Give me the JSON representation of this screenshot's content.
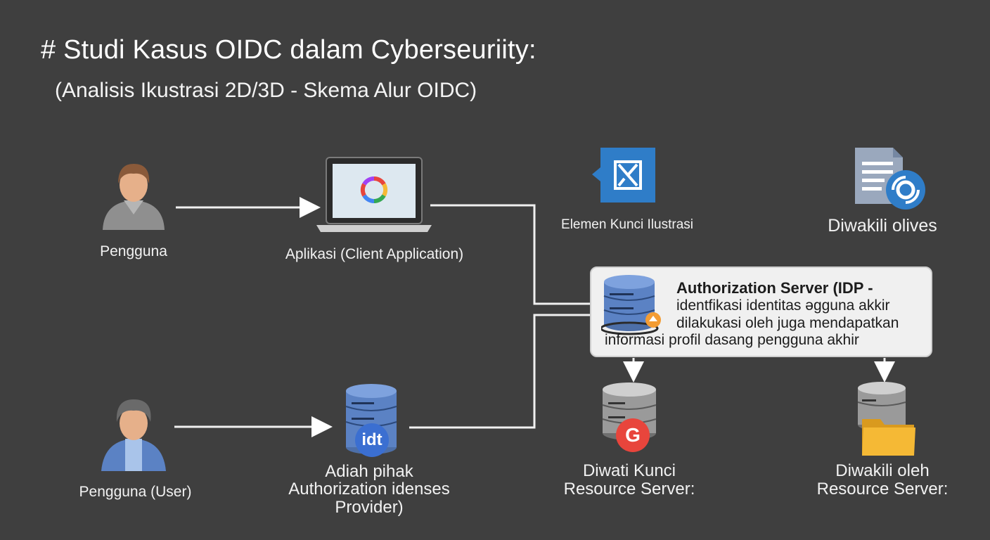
{
  "title": "# Studi Kasus OIDC dalam Cyberseuriity:",
  "subtitle": "(Analisis Ikustrasi 2D/3D - Skema Alur OIDC)",
  "nodes": {
    "pengguna": "Pengguna",
    "aplikasi": "Aplikasi (Client Application)",
    "elemen": "Elemen Kunci Ilustrasi",
    "diwakili_olives": "Diwakili olives",
    "pengguna_user": "Pengguna (User)",
    "provider": [
      "Adiah pihak",
      "Authorization idenses",
      "Provider)"
    ],
    "resource_left": [
      "Diwati Kunci",
      "Resource Server:"
    ],
    "resource_right": [
      "Diwakili oleh",
      "Resource Server:"
    ]
  },
  "auth_server": {
    "title": "Authorization Server (IDP -",
    "lines": [
      "identfikasi identitas əgguna akkir",
      "dilakukasi oleh juga mendapatkan",
      "informasi profil dasang pengguna akhir"
    ]
  },
  "badges": {
    "idt": "idt",
    "google": "G"
  },
  "colors": {
    "background": "#3f3f3f",
    "accent_blue": "#3a7bd5",
    "db_blue": "#5b82c4",
    "google_red": "#e8453c",
    "folder_yellow": "#f5b935"
  }
}
